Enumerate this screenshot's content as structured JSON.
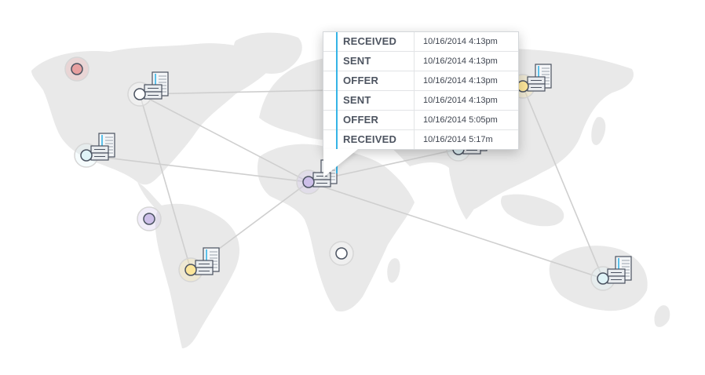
{
  "colors": {
    "land": "#e9e9e9",
    "link": "#cfcfcf",
    "accent": "#35b4e6",
    "node_blue": "#dff3f7",
    "node_purple": "#cdbfe9",
    "node_yellow": "#fde69a",
    "node_red": "#e8a0a0",
    "node_white": "#ffffff"
  },
  "map": {
    "nodes": [
      {
        "id": "alaska",
        "fill": "node_red",
        "server": false
      },
      {
        "id": "north-america-east",
        "fill": "node_white",
        "server": true
      },
      {
        "id": "north-america-west",
        "fill": "node_blue",
        "server": true
      },
      {
        "id": "south-america-north",
        "fill": "node_purple",
        "server": false
      },
      {
        "id": "south-america-south",
        "fill": "node_yellow",
        "server": true
      },
      {
        "id": "africa-north",
        "fill": "node_purple",
        "server": true
      },
      {
        "id": "africa-south",
        "fill": "node_white",
        "server": false
      },
      {
        "id": "russia-east",
        "fill": "node_yellow",
        "server": true
      },
      {
        "id": "india",
        "fill": "node_blue",
        "server": true
      },
      {
        "id": "australia",
        "fill": "node_blue",
        "server": true
      }
    ],
    "links": [
      [
        "north-america-east",
        "africa-north"
      ],
      [
        "north-america-east",
        "south-america-south"
      ],
      [
        "north-america-east",
        "russia-east"
      ],
      [
        "north-america-west",
        "africa-north"
      ],
      [
        "south-america-south",
        "africa-north"
      ],
      [
        "africa-north",
        "india"
      ],
      [
        "africa-north",
        "australia"
      ],
      [
        "russia-east",
        "australia"
      ]
    ]
  },
  "tooltip": {
    "rows": [
      {
        "status": "RECEIVED",
        "time": "10/16/2014 4:13pm"
      },
      {
        "status": "SENT",
        "time": "10/16/2014 4:13pm"
      },
      {
        "status": "OFFER",
        "time": "10/16/2014 4:13pm"
      },
      {
        "status": "SENT",
        "time": "10/16/2014 4:13pm"
      },
      {
        "status": "OFFER",
        "time": "10/16/2014 5:05pm"
      },
      {
        "status": "RECEIVED",
        "time": "10/16/2014 5:17m"
      }
    ]
  }
}
